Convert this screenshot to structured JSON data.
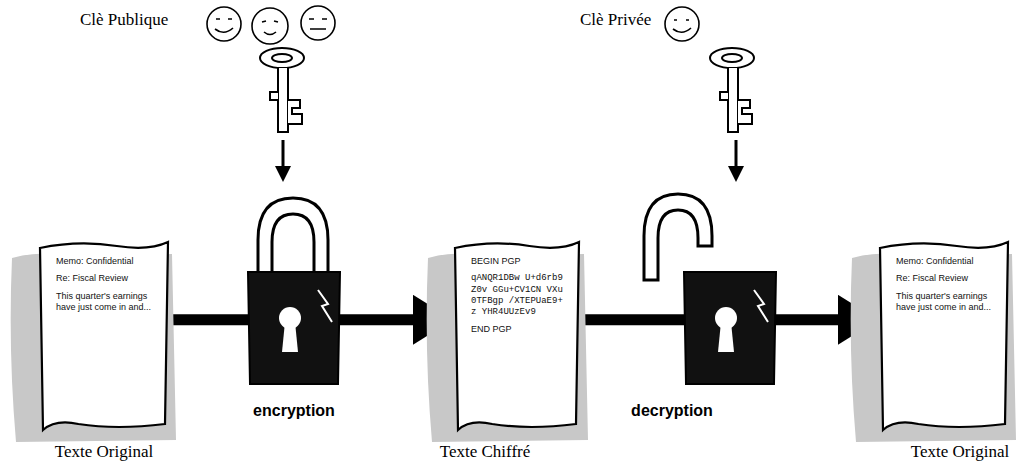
{
  "diagram": {
    "nodes": [
      {
        "text": [
          "Memo: Confidential",
          "Re: Fiscal Review",
          "This quarter's earnings have just come in and...",
          "Texte Original"
        ]
      },
      {
        "text": [
          "BEGIN PGP",
          "qANQR1DBw U+d6rb9Z0v GGu+CV1CN VXu0TFBgp /XTEPUaE9+z YHR4UUzEv9",
          "END PGP",
          "Texte Chiffré"
        ]
      },
      {
        "text": [
          "Memo: Confidential",
          "Re: Fiscal Review",
          "This quarter's earnings have just come in and...",
          "Texte Original"
        ]
      }
    ],
    "edges": [
      {
        "from": 0,
        "to": 1,
        "arrow": "to",
        "label": "encryption"
      },
      {
        "from": 1,
        "to": 2,
        "arrow": "to",
        "label": "decryption"
      }
    ],
    "labels": [
      "Clè Publique",
      "Clè Privée"
    ]
  }
}
